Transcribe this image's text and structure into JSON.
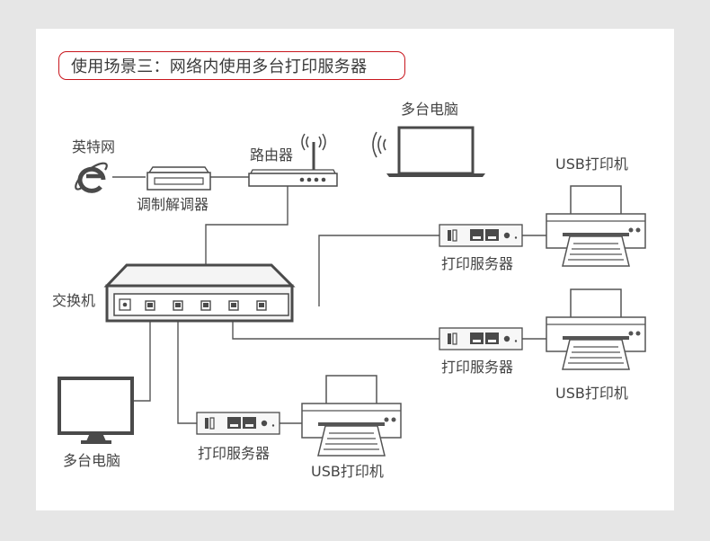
{
  "title": "使用场景三：网络内使用多台打印服务器",
  "labels": {
    "internet": "英特网",
    "modem": "调制解调器",
    "router": "路由器",
    "laptop": "多台电脑",
    "switch": "交换机",
    "desktop": "多台电脑",
    "print_server_1": "打印服务器",
    "print_server_2": "打印服务器",
    "print_server_3": "打印服务器",
    "printer_1": "USB打印机",
    "printer_2": "USB打印机",
    "printer_3": "USB打印机"
  },
  "colors": {
    "background": "#e6e6e6",
    "card": "#ffffff",
    "accent_red": "#c8161d",
    "device_dark": "#4a4a4a",
    "device_light": "#f4f4f4",
    "cable": "#555555"
  }
}
